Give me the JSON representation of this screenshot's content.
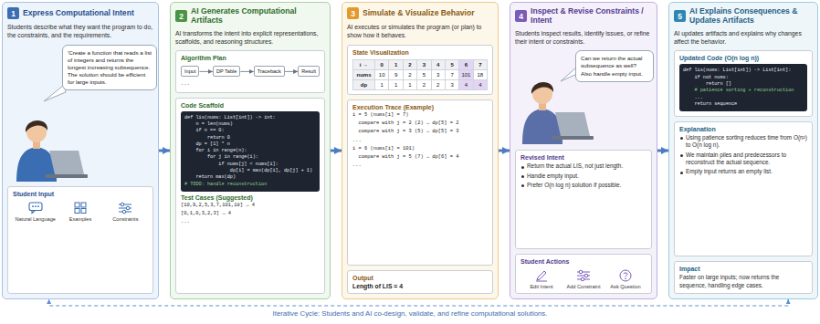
{
  "diagram": {
    "caption": "Iterative Cycle: Students and AI co-design, validate, and refine computational solutions.",
    "nodes": [
      {
        "text": [
          "Express Computational Intent",
          "Students describe what they want the program to do, the constraints, and the requirements."
        ]
      },
      {
        "text": [
          "1"
        ],
        "in": 0
      },
      {
        "text": [
          "'Create a function that reads a list of integers and returns the longest increasing subsequence. The solution should be efficient for large inputs."
        ],
        "in": 0
      },
      {
        "text": [
          "Student Input",
          "Natural Language",
          "Examples",
          "Constraints"
        ],
        "in": 0
      },
      {
        "text": [
          "AI Generates Computational Artifacts",
          "AI transforms the intent into explicit representations, scaffolds, and reasoning structures."
        ]
      },
      {
        "text": [
          "2"
        ],
        "in": 4
      },
      {
        "text": [
          "Algorithm Plan"
        ],
        "in": 4
      },
      {
        "text": [
          "Input"
        ],
        "in": 6
      },
      {
        "text": [
          "DP Table"
        ],
        "in": 6
      },
      {
        "text": [
          "Traceback"
        ],
        "in": 6
      },
      {
        "text": [
          "Result"
        ],
        "in": 6
      },
      {
        "text": [
          "Code Scaffold",
          "Test Cases (Suggested)",
          "[10,9,2,5,3,7,101,18] → 4",
          "[0,1,0,3,2,3] → 4",
          "..."
        ],
        "in": 4
      },
      {
        "text": [
          "def lis(nums: List[int]) -> int:",
          "    n = len(nums)",
          "    if n == 0:",
          "        return 0",
          "    dp = [1] * n",
          "    for i in range(n):",
          "        for j in range(i):",
          "            if nums[j] < nums[i]:",
          "                dp[i] = max(dp[i], dp[j] + 1)",
          "    return max(dp)",
          "# TODO: handle reconstruction"
        ],
        "in": 11
      },
      {
        "text": [
          "Simulate & Visualize Behavior",
          "AI executes or simulates the program (or plan) to show how it behaves."
        ]
      },
      {
        "text": [
          "3"
        ],
        "in": 13
      },
      {
        "text": [
          "State Visualization"
        ],
        "in": 13
      },
      {
        "text": [
          "Execution Trace (Example)",
          "i = 5 (nums[i] = 7)",
          "  compare with j = 2 (2) → dp[5] = 2",
          "  compare with j = 3 (5) → dp[5] = 3",
          "...",
          "i = 6 (nums[i] = 101)",
          "  compare with j = 5 (7) → dp[6] = 4",
          "..."
        ],
        "in": 13
      },
      {
        "text": [
          "Output",
          "Length of LIS = 4"
        ],
        "in": 13
      },
      {
        "text": [
          "Inspect & Revise Constraints / Intent",
          "Students inspect results, identify issues, or refine their intent or constraints."
        ]
      },
      {
        "text": [
          "4"
        ],
        "in": 18
      },
      {
        "text": [
          "Can we return the actual subsequence as well? Also handle empty input."
        ],
        "in": 18
      },
      {
        "text": [
          "Revised Intent",
          "Return the actual LIS, not just length.",
          "Handle empty input.",
          "Prefer O(n log n) solution if possible."
        ],
        "in": 18
      },
      {
        "text": [
          "Student Actions",
          "Edit Intent",
          "Add Constraint",
          "Ask Question"
        ],
        "in": 18
      },
      {
        "text": [
          "AI Explains Consequences & Updates Artifacts",
          "AI updates artifacts and explains why changes affect the behavior."
        ]
      },
      {
        "text": [
          "5"
        ],
        "in": 23
      },
      {
        "text": [
          "Updated Code (O(n log n))"
        ],
        "in": 23
      },
      {
        "text": [
          "def lis(nums: List[int]) -> List[int]:",
          "    if not nums:",
          "        return []",
          "    # patience sorting + reconstruction",
          "    ...",
          "    return sequence"
        ],
        "in": 25
      },
      {
        "text": [
          "Explanation",
          "Using patience sorting reduces time from O(n²) to O(n log n).",
          "We maintain piles and predecessors to reconstruct the actual sequence.",
          "Empty input returns an empty list."
        ],
        "in": 23
      },
      {
        "text": [
          "Impact",
          "Faster on large inputs; now returns the sequence, handling edge cases."
        ],
        "in": 23
      }
    ],
    "edges": [
      {
        "from": 0,
        "to": 4,
        "arrow": "to"
      },
      {
        "from": 4,
        "to": 13,
        "arrow": "to"
      },
      {
        "from": 13,
        "to": 18,
        "arrow": "to"
      },
      {
        "from": 18,
        "to": 23,
        "arrow": "to"
      },
      {
        "from": 7,
        "to": 8,
        "arrow": "to"
      },
      {
        "from": 8,
        "to": 9,
        "arrow": "to"
      },
      {
        "from": 9,
        "to": 10,
        "arrow": "to"
      },
      {
        "from": 23,
        "to": 0,
        "arrow": "both"
      }
    ],
    "labels": [
      "i →",
      "0",
      "1",
      "2",
      "3",
      "4",
      "5",
      "6",
      "7",
      "nums",
      "10",
      "9",
      "2",
      "5",
      "3",
      "7",
      "101",
      "18",
      "dp",
      "1",
      "1",
      "1",
      "2",
      "2",
      "3",
      "4",
      "4",
      "..."
    ]
  }
}
